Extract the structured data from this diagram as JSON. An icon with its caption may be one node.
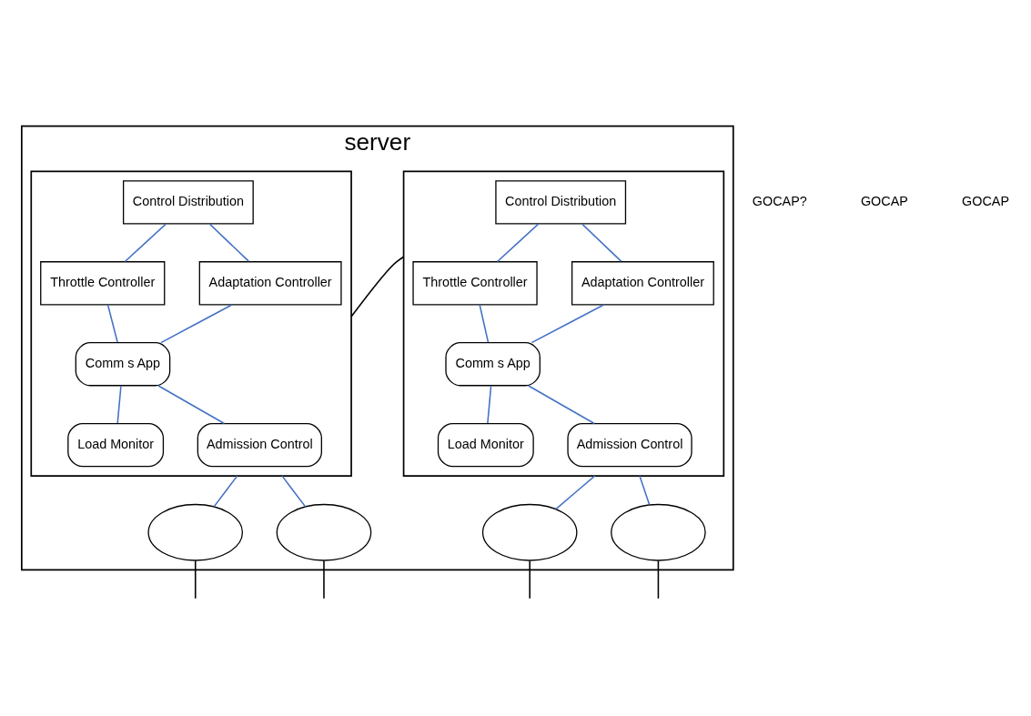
{
  "diagram": {
    "nodes": [
      {
        "text": [
          "server"
        ]
      },
      {
        "text": [],
        "shape": "box",
        "in": 0
      },
      {
        "text": [
          "Control Distribution"
        ],
        "in": 1
      },
      {
        "text": [
          "Throttle Controller"
        ],
        "in": 1
      },
      {
        "text": [
          "Adaptation Controller"
        ],
        "in": 1
      },
      {
        "text": [
          "Comm s App"
        ],
        "in": 1
      },
      {
        "text": [
          "Load Monitor"
        ],
        "in": 1
      },
      {
        "text": [
          "Admission Control"
        ],
        "in": 1
      },
      {
        "text": [],
        "shape": "box",
        "in": 0
      },
      {
        "text": [
          "Control Distribution"
        ],
        "in": 8
      },
      {
        "text": [
          "Throttle Controller"
        ],
        "in": 8
      },
      {
        "text": [
          "Adaptation Controller"
        ],
        "in": 8
      },
      {
        "text": [
          "Comm s App"
        ],
        "in": 8
      },
      {
        "text": [
          "Load Monitor"
        ],
        "in": 8
      },
      {
        "text": [
          "Admission Control"
        ],
        "in": 8
      },
      {
        "text": [],
        "shape": "ellipse",
        "in": 0
      },
      {
        "text": [],
        "shape": "ellipse",
        "in": 0
      },
      {
        "text": [],
        "shape": "ellipse",
        "in": 0
      },
      {
        "text": [],
        "shape": "ellipse",
        "in": 0
      }
    ],
    "edges": [
      {
        "from": 2,
        "to": 3,
        "arrow": "none"
      },
      {
        "from": 2,
        "to": 4,
        "arrow": "none"
      },
      {
        "from": 3,
        "to": 5,
        "arrow": "none"
      },
      {
        "from": 4,
        "to": 5,
        "arrow": "none"
      },
      {
        "from": 5,
        "to": 6,
        "arrow": "none"
      },
      {
        "from": 5,
        "to": 7,
        "arrow": "none"
      },
      {
        "from": 9,
        "to": 10,
        "arrow": "none"
      },
      {
        "from": 9,
        "to": 11,
        "arrow": "none"
      },
      {
        "from": 10,
        "to": 12,
        "arrow": "none"
      },
      {
        "from": 11,
        "to": 12,
        "arrow": "none"
      },
      {
        "from": 12,
        "to": 13,
        "arrow": "none"
      },
      {
        "from": 12,
        "to": 14,
        "arrow": "none"
      },
      {
        "from": 1,
        "to": 8,
        "arrow": "none",
        "color": "#000000"
      },
      {
        "from": 1,
        "to": 15,
        "arrow": "none"
      },
      {
        "from": 1,
        "to": 16,
        "arrow": "none"
      },
      {
        "from": 8,
        "to": 17,
        "arrow": "none"
      },
      {
        "from": 8,
        "to": 18,
        "arrow": "none"
      },
      {
        "from": 15,
        "to": null,
        "arrow": "none",
        "color": "#000000"
      },
      {
        "from": 16,
        "to": null,
        "arrow": "none",
        "color": "#000000"
      },
      {
        "from": 17,
        "to": null,
        "arrow": "none",
        "color": "#000000"
      },
      {
        "from": 18,
        "to": null,
        "arrow": "none",
        "color": "#000000"
      }
    ],
    "labels": [
      "GOCAP?",
      "GOCAP",
      "GOCAP"
    ]
  }
}
